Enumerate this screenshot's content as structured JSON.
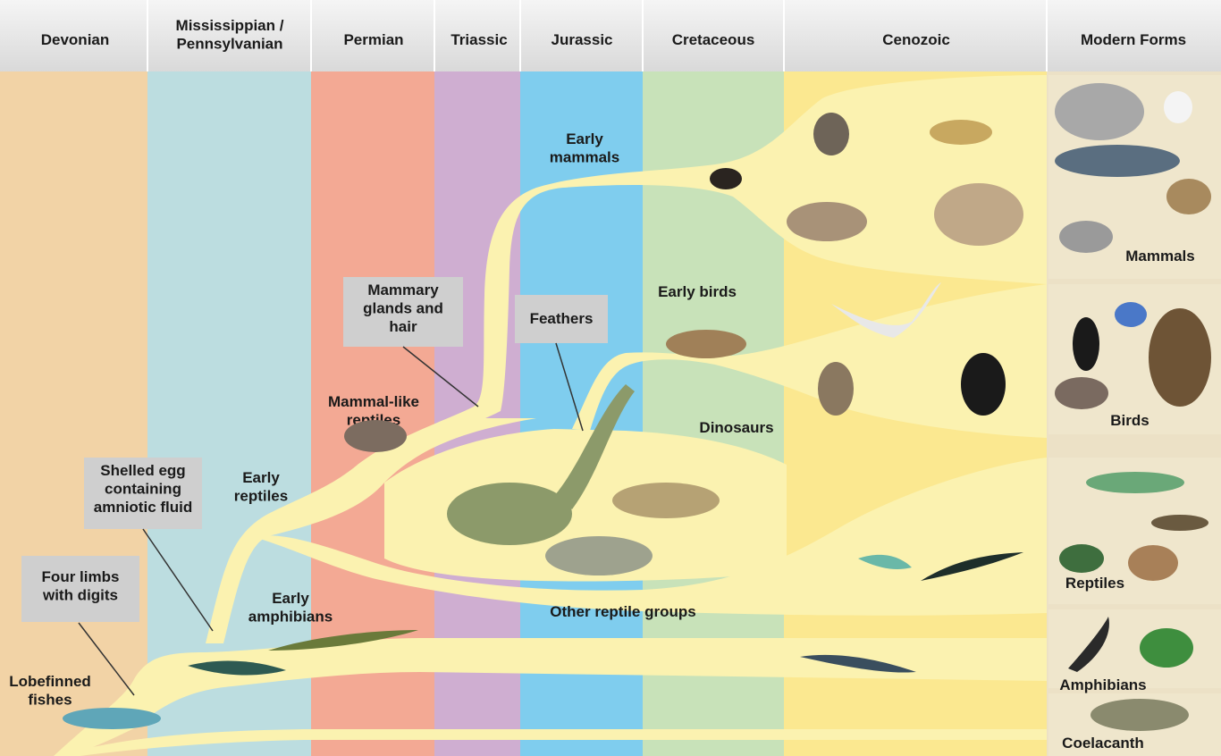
{
  "periods": [
    {
      "label": "Devonian",
      "color": "#f2d3a6"
    },
    {
      "label": "Mississippian /\nPennsylvanian",
      "color": "#bcdde0"
    },
    {
      "label": "Permian",
      "color": "#f3a994"
    },
    {
      "label": "Triassic",
      "color": "#cfaed1"
    },
    {
      "label": "Jurassic",
      "color": "#7fcdee"
    },
    {
      "label": "Cretaceous",
      "color": "#c8e2b9"
    },
    {
      "label": "Cenozoic",
      "color": "#fbe890"
    },
    {
      "label": "Modern Forms",
      "color": "#ece1c6"
    }
  ],
  "branch_color": "#fbf2b0",
  "callout_color": "#cfcfcf",
  "branch_labels": {
    "lobefinned": "Lobefinned\nfishes",
    "early_amphibians": "Early\namphibians",
    "early_reptiles": "Early\nreptiles",
    "mammal_like": "Mammal-like\nreptiles",
    "early_mammals": "Early\nmammals",
    "early_birds": "Early birds",
    "dinosaurs": "Dinosaurs",
    "other_reptiles": "Other reptile groups"
  },
  "callouts": {
    "four_limbs": "Four limbs\nwith digits",
    "shelled_egg": "Shelled egg\ncontaining\namniotic fluid",
    "mammary": "Mammary\nglands and\nhair",
    "feathers": "Feathers"
  },
  "modern_forms": {
    "mammals": "Mammals",
    "birds": "Birds",
    "reptiles": "Reptiles",
    "amphibians": "Amphibians",
    "coelacanth": "Coelacanth"
  }
}
